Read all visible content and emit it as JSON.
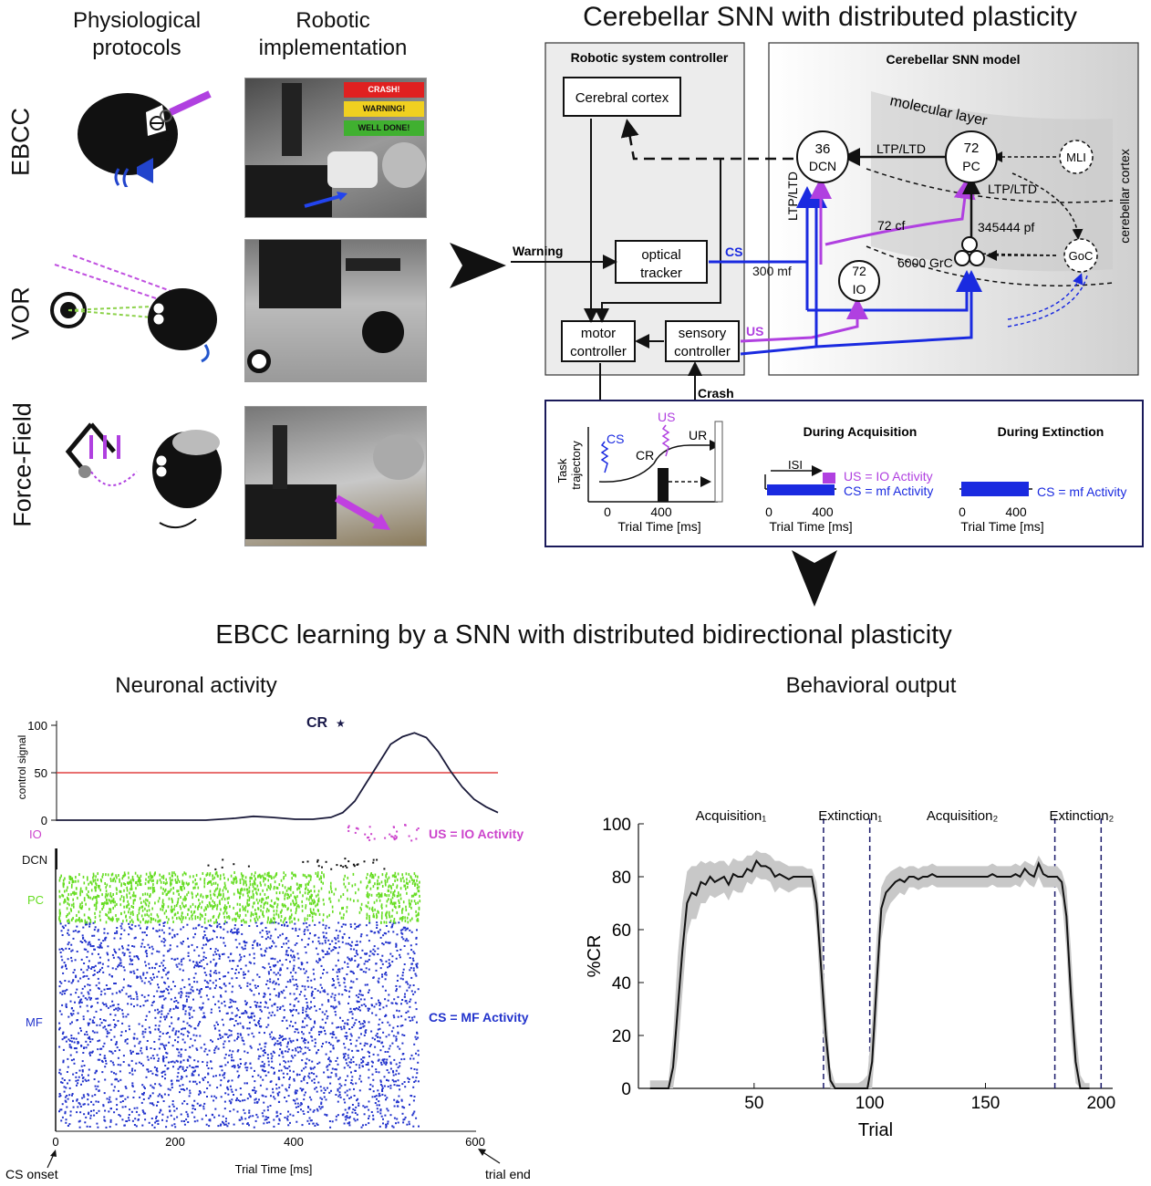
{
  "top_left": {
    "col1_title": "Physiological\nprotocols",
    "col1_line1": "Physiological",
    "col1_line2": "protocols",
    "col2_line1": "Robotic",
    "col2_line2": "implementation",
    "rows": [
      "EBCC",
      "VOR",
      "Force-Field"
    ],
    "ebcc_banners": [
      "CRASH!",
      "WARNING!",
      "WELL DONE!"
    ]
  },
  "diagram": {
    "title": "Cerebellar SNN with distributed plasticity",
    "controller_box": "Robotic system controller",
    "snn_box": "Cerebellar SNN model",
    "cerebral_cortex": "Cerebral cortex",
    "optical_tracker_1": "optical",
    "optical_tracker_2": "tracker",
    "motor_controller_1": "motor",
    "motor_controller_2": "controller",
    "sensory_controller_1": "sensory",
    "sensory_controller_2": "controller",
    "warning": "Warning",
    "crash": "Crash",
    "cs": "CS",
    "us": "US",
    "mf": "300 mf",
    "molecular_layer": "molecular layer",
    "cerebellar_cortex": "cerebellar cortex",
    "dcn_num": "36",
    "dcn_label": "DCN",
    "pc_num": "72",
    "pc_label": "PC",
    "io_num": "72",
    "io_label": "IO",
    "mli": "MLI",
    "goc": "GoC",
    "ltp_ltd_1": "LTP/LTD",
    "ltp_ltd_2": "LTP/LTD",
    "ltp_ltd_3": "LTP/LTD",
    "cf": "72 cf",
    "pf": "345444 pf",
    "grc": "6000 GrC"
  },
  "protocol_box": {
    "cs": "CS",
    "us": "US",
    "cr": "CR",
    "ur": "UR",
    "ylabel_1": "Task",
    "ylabel_2": "trajectory",
    "x0": "0",
    "x400": "400",
    "xlabel": "Trial Time [ms]",
    "acq_title": "During Acquisition",
    "ext_title": "During Extinction",
    "isi": "ISI",
    "acq_us": "US = IO Activity",
    "acq_cs": "CS = mf Activity",
    "ext_cs": "CS = mf Activity",
    "acq_x0": "0",
    "acq_x400": "400",
    "ext_x0": "0",
    "ext_x400": "400",
    "acq_xlabel": "Trial Time [ms]",
    "ext_xlabel": "Trial Time [ms]"
  },
  "bottom": {
    "title": "EBCC learning by  a SNN with distributed bidirectional plasticity",
    "left_title": "Neuronal activity",
    "right_title": "Behavioral output"
  },
  "neuronal": {
    "ylabel": "control signal",
    "yticks": [
      "100",
      "50",
      "0"
    ],
    "cr_label": "CR",
    "row_labels": [
      "IO",
      "DCN",
      "PC",
      "MF"
    ],
    "us_label": "US = IO Activity",
    "cs_label": "CS = MF Activity",
    "xticks": [
      "0",
      "200",
      "400",
      "600"
    ],
    "xlabel": "Trial Time [ms]",
    "cs_onset": "CS onset",
    "trial_end": "trial end",
    "colors": {
      "io": "#cc44cc",
      "pc": "#66dd22",
      "mf": "#2233cc",
      "threshold": "#e04040"
    }
  },
  "chart_data": {
    "type": "line",
    "title": "",
    "xlabel": "Trial",
    "ylabel": "%CR",
    "xlim": [
      0,
      205
    ],
    "ylim": [
      0,
      100
    ],
    "xticks": [
      50,
      100,
      150,
      200
    ],
    "yticks": [
      0,
      20,
      40,
      60,
      80,
      100
    ],
    "phases": [
      {
        "label": "Acquisition₁",
        "start": 0,
        "end": 80
      },
      {
        "label": "Extinction₁",
        "start": 80,
        "end": 100
      },
      {
        "label": "Acquisition₂",
        "start": 100,
        "end": 180
      },
      {
        "label": "Extinction₂",
        "start": 180,
        "end": 200
      }
    ],
    "phase_boundaries": [
      80,
      100,
      180,
      200
    ],
    "x": [
      5,
      13,
      15,
      17,
      19,
      21,
      23,
      25,
      27,
      29,
      31,
      33,
      35,
      37,
      39,
      41,
      43,
      45,
      47,
      49,
      51,
      53,
      55,
      57,
      59,
      61,
      63,
      65,
      67,
      69,
      71,
      73,
      75,
      77,
      79,
      81,
      83,
      85,
      87,
      89,
      91,
      93,
      95,
      97,
      99,
      101,
      103,
      105,
      107,
      109,
      111,
      113,
      115,
      117,
      119,
      121,
      123,
      125,
      127,
      129,
      131,
      133,
      135,
      137,
      139,
      141,
      143,
      145,
      147,
      149,
      151,
      153,
      155,
      157,
      159,
      161,
      163,
      165,
      167,
      169,
      171,
      173,
      175,
      177,
      179,
      181,
      183,
      185,
      187,
      189,
      191,
      193,
      195
    ],
    "mean": [
      0,
      0,
      8,
      30,
      52,
      70,
      74,
      73,
      78,
      77,
      80,
      78,
      79,
      80,
      77,
      81,
      80,
      80,
      83,
      82,
      86,
      84,
      84,
      83,
      80,
      81,
      80,
      79,
      80,
      80,
      80,
      80,
      80,
      70,
      45,
      20,
      3,
      0,
      0,
      0,
      0,
      0,
      0,
      0,
      0,
      10,
      40,
      68,
      74,
      76,
      78,
      79,
      78,
      80,
      80,
      79,
      80,
      80,
      81,
      80,
      80,
      80,
      80,
      80,
      80,
      80,
      80,
      80,
      80,
      80,
      80,
      81,
      80,
      80,
      80,
      80,
      81,
      80,
      83,
      81,
      80,
      85,
      81,
      80,
      80,
      80,
      78,
      65,
      35,
      10,
      0,
      0,
      0
    ],
    "band_upper": [
      3,
      3,
      20,
      50,
      70,
      82,
      84,
      84,
      86,
      85,
      86,
      85,
      86,
      86,
      84,
      87,
      86,
      86,
      88,
      88,
      90,
      89,
      89,
      88,
      86,
      86,
      85,
      84,
      84,
      84,
      84,
      83,
      83,
      78,
      60,
      32,
      8,
      2,
      2,
      2,
      2,
      2,
      2,
      3,
      5,
      25,
      58,
      76,
      80,
      82,
      83,
      84,
      83,
      84,
      84,
      83,
      84,
      84,
      85,
      84,
      84,
      84,
      84,
      84,
      84,
      84,
      84,
      84,
      84,
      84,
      84,
      85,
      84,
      84,
      84,
      84,
      85,
      84,
      86,
      85,
      84,
      88,
      85,
      84,
      84,
      84,
      82,
      76,
      52,
      22,
      5,
      2,
      2
    ],
    "band_lower": [
      0,
      0,
      0,
      12,
      36,
      58,
      64,
      64,
      70,
      70,
      73,
      72,
      73,
      74,
      71,
      75,
      74,
      74,
      78,
      77,
      80,
      79,
      79,
      78,
      74,
      76,
      75,
      74,
      75,
      76,
      76,
      76,
      76,
      60,
      30,
      8,
      0,
      0,
      0,
      0,
      0,
      0,
      0,
      0,
      0,
      0,
      24,
      56,
      66,
      70,
      72,
      74,
      73,
      76,
      76,
      75,
      76,
      76,
      77,
      76,
      76,
      76,
      76,
      76,
      76,
      76,
      76,
      76,
      76,
      76,
      76,
      77,
      76,
      76,
      76,
      76,
      77,
      76,
      79,
      77,
      76,
      80,
      76,
      76,
      76,
      76,
      72,
      52,
      20,
      2,
      0,
      0,
      0
    ]
  },
  "control_signal": {
    "type": "line",
    "xlim": [
      0,
      740
    ],
    "ylim": [
      0,
      100
    ],
    "threshold": 50,
    "x": [
      0,
      100,
      200,
      250,
      300,
      330,
      360,
      400,
      430,
      460,
      480,
      500,
      520,
      540,
      560,
      580,
      600,
      620,
      640,
      660,
      680,
      700,
      720,
      740
    ],
    "y": [
      0,
      0,
      0,
      0,
      2,
      4,
      3,
      1,
      1,
      3,
      8,
      20,
      40,
      60,
      80,
      88,
      92,
      87,
      72,
      52,
      35,
      22,
      14,
      8
    ]
  }
}
